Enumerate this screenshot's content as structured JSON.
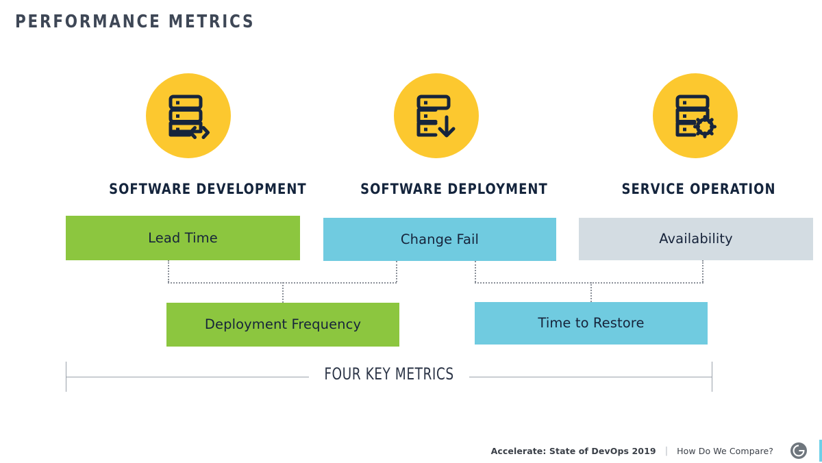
{
  "slide": {
    "title": "PERFORMANCE METRICS",
    "background": "#ffffff"
  },
  "colors": {
    "icon_circle": "#FCC82F",
    "icon_stroke": "#16243c",
    "green": "#8CC63F",
    "blue": "#70CBE0",
    "gray": "#D3DCE2",
    "heading_text": "#14243c",
    "title_text": "#3e4756",
    "connector": "#8a8f98",
    "rule": "#9aa1ab",
    "footer_text": "#3a3f47",
    "logo_gray": "#6f767d",
    "accent_bar": "#6ED0E8"
  },
  "columns": [
    {
      "heading": "SOFTWARE DEVELOPMENT",
      "icon": "server-code-icon"
    },
    {
      "heading": "SOFTWARE DEPLOYMENT",
      "icon": "server-download-icon"
    },
    {
      "heading": "SERVICE OPERATION",
      "icon": "server-gear-icon"
    }
  ],
  "metrics": {
    "top_row": [
      {
        "label": "Lead Time",
        "color": "green"
      },
      {
        "label": "Change Fail",
        "color": "blue"
      },
      {
        "label": "Availability",
        "color": "gray"
      }
    ],
    "bottom_row": [
      {
        "label": "Deployment Frequency",
        "color": "green"
      },
      {
        "label": "Time to Restore",
        "color": "blue"
      }
    ]
  },
  "summary": {
    "label": "FOUR KEY METRICS"
  },
  "footer": {
    "source": "Accelerate: State of DevOps 2019",
    "separator": "|",
    "subtitle": "How Do We Compare?",
    "logo_letter": "G"
  }
}
